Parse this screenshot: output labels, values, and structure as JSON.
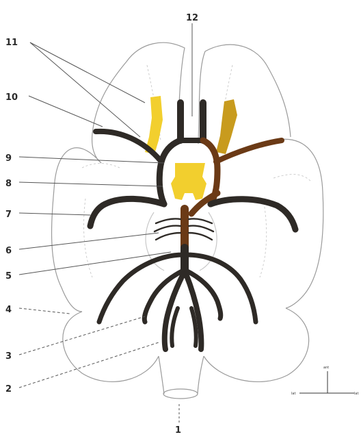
{
  "colors": {
    "background": "#ffffff",
    "outline": "#9a9a9a",
    "faint_outline": "#c8c8c8",
    "leader_line": "#555555",
    "artery_dark": "#2e2a26",
    "artery_brown": "#6b3a16",
    "nerve_yellow": "#f2cf2e",
    "nerve_ochre": "#c89b1e",
    "label_text": "#2a2a2a"
  },
  "labels": [
    {
      "id": "1",
      "text": "1"
    },
    {
      "id": "2",
      "text": "2"
    },
    {
      "id": "3",
      "text": "3"
    },
    {
      "id": "4",
      "text": "4"
    },
    {
      "id": "5",
      "text": "5"
    },
    {
      "id": "6",
      "text": "6"
    },
    {
      "id": "7",
      "text": "7"
    },
    {
      "id": "8",
      "text": "8"
    },
    {
      "id": "9",
      "text": "9"
    },
    {
      "id": "10",
      "text": "10"
    },
    {
      "id": "11",
      "text": "11"
    },
    {
      "id": "12",
      "text": "12"
    }
  ],
  "orientation": {
    "top": "ant",
    "left": "lat",
    "right": "lat"
  }
}
